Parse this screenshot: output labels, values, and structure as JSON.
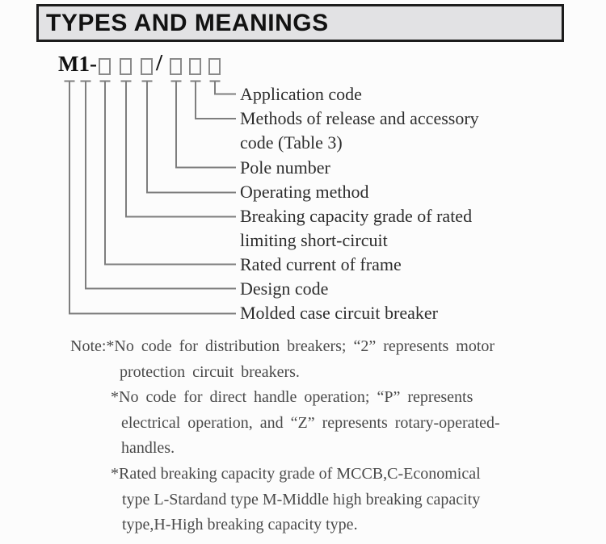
{
  "header": {
    "title": "TYPES AND MEANINGS"
  },
  "code": {
    "prefix": "M1-",
    "separator": "/",
    "box_count_before_separator": 3,
    "box_count_after_separator": 3
  },
  "diagram": {
    "labels": [
      {
        "line1": "Application code"
      },
      {
        "line1": "Methods of release and accessory",
        "line2": "code (Table 3)"
      },
      {
        "line1": "Pole number"
      },
      {
        "line1": "Operating method"
      },
      {
        "line1": "Breaking capacity grade of rated",
        "line2": "limiting short-circuit"
      },
      {
        "line1": "Rated current of frame"
      },
      {
        "line1": "Design code"
      },
      {
        "line1": "Molded case circuit breaker"
      }
    ],
    "line_color": "#7e7e7e",
    "box_border_color": "#8a8a8a"
  },
  "notes": {
    "lines": [
      "Note:*No code for distribution breakers; “2” represents motor",
      "protection circuit breakers.",
      "*No code for direct handle operation; “P” represents",
      "electrical operation, and “Z” represents rotary-operated-",
      "handles.",
      "*Rated breaking capacity grade of MCCB,C-Economical",
      "type L-Stardand type M-Middle high breaking capacity",
      "type,H-High breaking capacity type."
    ]
  },
  "colors": {
    "header_bg": "#e2e2e4",
    "header_border": "#1c1c1c",
    "label_text": "#2d2d2d",
    "note_text": "#4a4a4a",
    "page_bg": "#fcfcfc"
  }
}
